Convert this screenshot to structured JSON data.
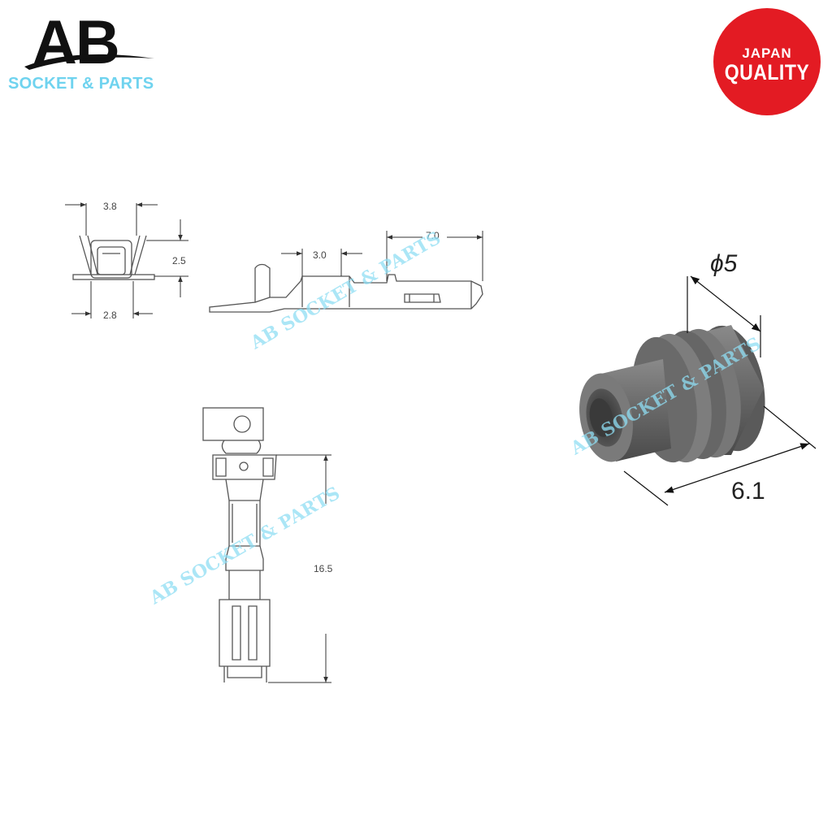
{
  "logo": {
    "monogram": "AB",
    "tagline": "SOCKET & PARTS"
  },
  "badge": {
    "line1": "JAPAN",
    "line2": "QUALITY"
  },
  "watermark": "AB SOCKET & PARTS",
  "dimensions": {
    "top_width": "3.8",
    "height": "2.5",
    "bottom_width": "2.8",
    "insulation_barrel": "3.0",
    "contact_length": "7.0",
    "total_length": "16.5",
    "seal_diameter": "ϕ5",
    "seal_length": "6.1"
  },
  "colors": {
    "brand_cyan": "#6fd3ef",
    "badge_red": "#e31b23",
    "line_gray": "#555555",
    "seal_gray": "#6e6e6e"
  }
}
